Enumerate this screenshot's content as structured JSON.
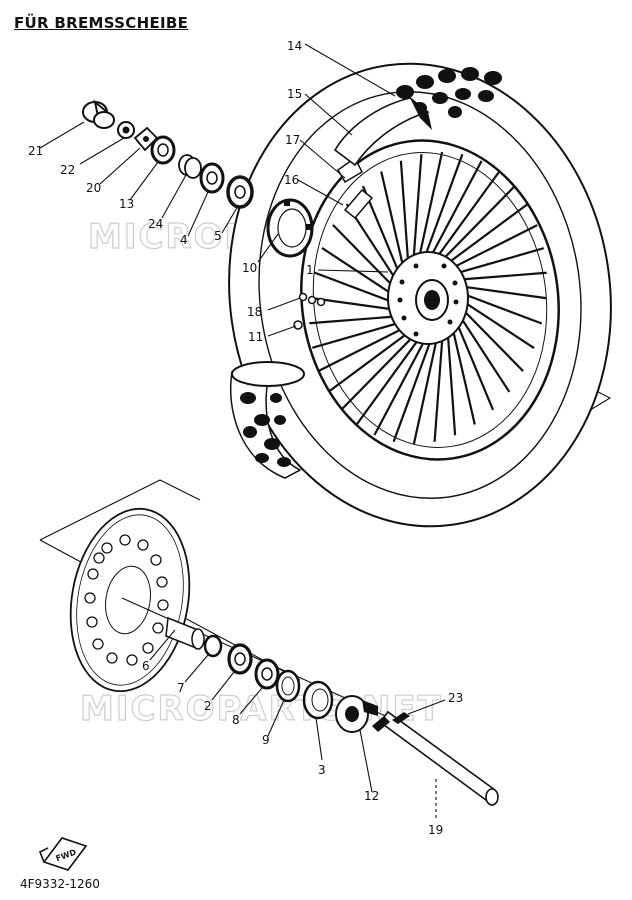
{
  "title": "FÜR BREMSSCHEIBE",
  "diagram_code": "4F9332-1260",
  "fwd_label": "FWD",
  "watermarks": [
    "MICROPARTS.NET",
    "MICROPARTS.NET"
  ],
  "part_numbers": [
    "1",
    "2",
    "3",
    "4",
    "5",
    "6",
    "7",
    "8",
    "9",
    "10",
    "11",
    "12",
    "13",
    "14",
    "15",
    "16",
    "17",
    "18",
    "19",
    "20",
    "21",
    "22",
    "23",
    "24"
  ]
}
